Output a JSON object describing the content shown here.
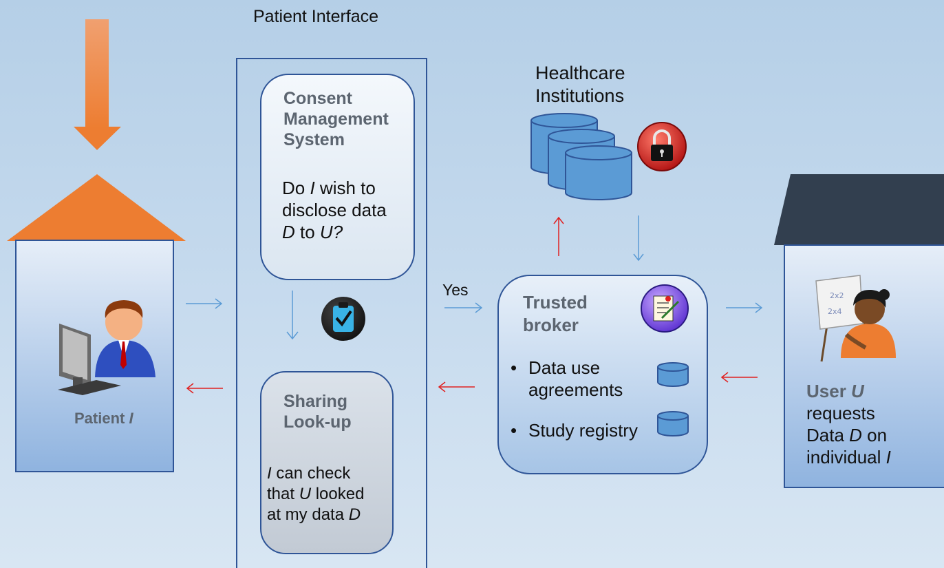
{
  "title": "Patient Interface",
  "consent": {
    "title_lines": [
      "Consent",
      "Management",
      "System"
    ],
    "question": {
      "l1a": "Do ",
      "l1b": "I",
      "l1c": " wish to",
      "l2": "disclose data",
      "l3a": "D",
      "l3b": " to ",
      "l3c": "U?"
    }
  },
  "sharing": {
    "title_lines": [
      "Sharing",
      "Look-up"
    ],
    "text": {
      "l1a": "I",
      "l1b": " can check",
      "l2a": "that ",
      "l2b": "U",
      "l2c": " looked",
      "l3a": "at my data ",
      "l3b": "D"
    }
  },
  "patient": {
    "label_a": "Patient ",
    "label_b": "I"
  },
  "healthcare": {
    "lines": [
      "Healthcare",
      "Institutions"
    ]
  },
  "flow": {
    "yes": "Yes"
  },
  "broker": {
    "title_lines": [
      "Trusted",
      "broker"
    ],
    "items": [
      [
        "Data use",
        "agreements"
      ],
      [
        "Study registry"
      ]
    ]
  },
  "user": {
    "l1a": "User ",
    "l1b": "U",
    "l2": "requests",
    "l3a": "Data ",
    "l3b": "D",
    "l3c": " on",
    "l4a": "individual ",
    "l4b": "I"
  },
  "colors": {
    "forward_arrow": "#5b9bd5",
    "return_arrow": "#e02020",
    "patient_roof": "#ed7d31",
    "user_roof": "#323f4f",
    "database": "#5b9bd5"
  },
  "icons": [
    "computer-user-icon",
    "clipboard-check-icon",
    "padlock-icon",
    "certificate-icon",
    "teacher-icon",
    "database-icon"
  ]
}
